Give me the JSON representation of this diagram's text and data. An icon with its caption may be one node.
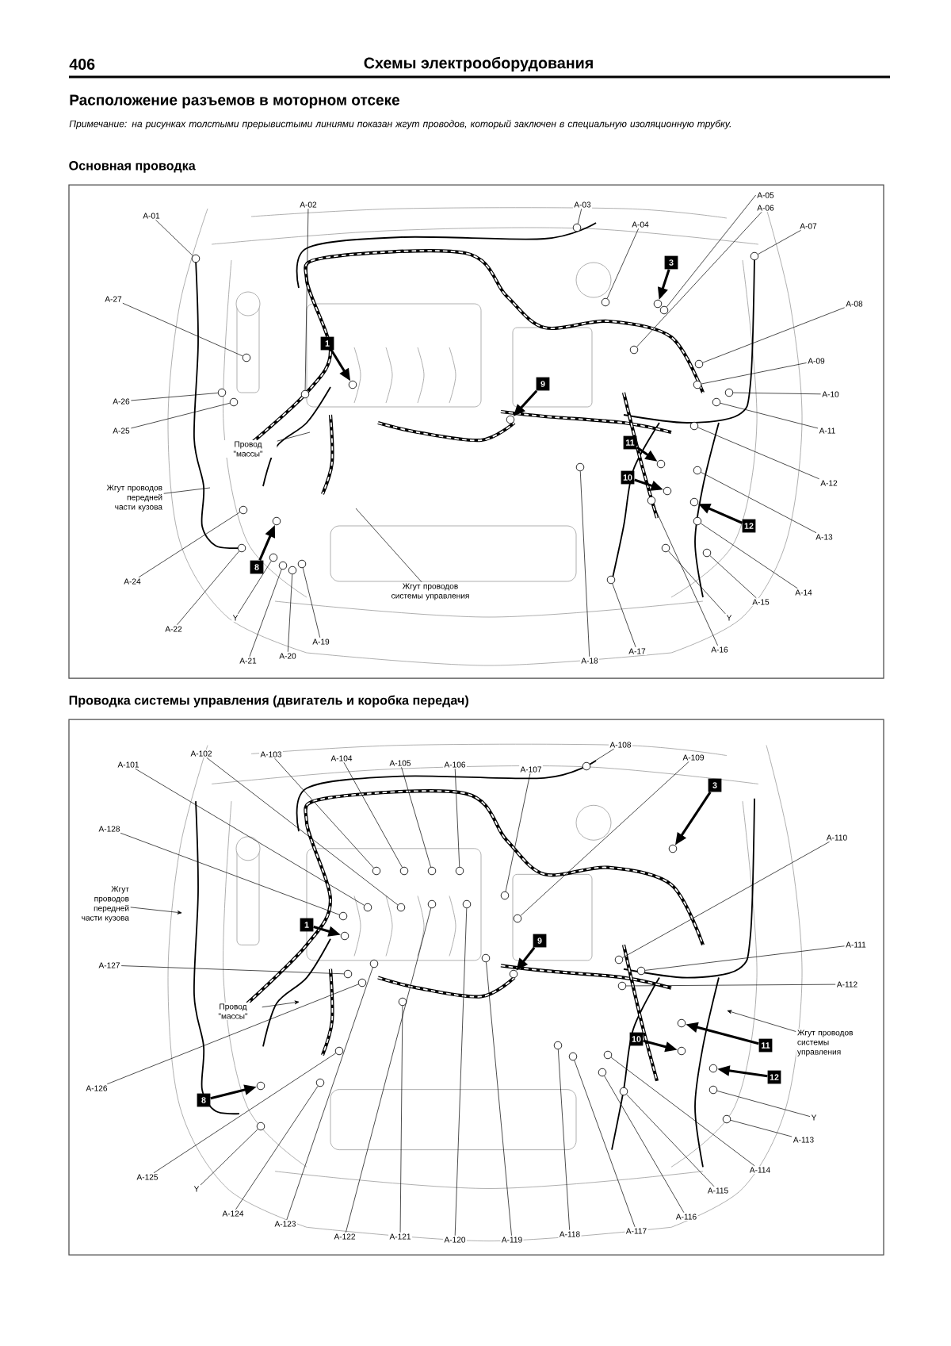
{
  "diagram": {
    "title": "Расположение разъемов в моторном отсеке",
    "labels": [
      "406",
      "Схемы электрооборудования",
      "Примечание: на рисунках толстыми прерывистыми линиями показан жгут проводов, который заключен в специальную изоляционную трубку."
    ],
    "nodes": [
      {
        "text": [
          "Основная проводка"
        ]
      },
      {
        "text": [
          "Проводка системы управления (двигатель и коробка передач)"
        ]
      },
      {
        "text": [
          "A-01"
        ],
        "in": 0
      },
      {
        "text": [],
        "shape": "circle",
        "in": 0
      },
      {
        "text": [
          "A-02"
        ],
        "in": 0
      },
      {
        "text": [],
        "shape": "circle",
        "in": 0
      },
      {
        "text": [
          "A-03"
        ],
        "in": 0
      },
      {
        "text": [],
        "shape": "circle",
        "in": 0
      },
      {
        "text": [
          "A-04"
        ],
        "in": 0
      },
      {
        "text": [],
        "shape": "circle",
        "in": 0
      },
      {
        "text": [
          "A-05"
        ],
        "in": 0
      },
      {
        "text": [],
        "shape": "circle",
        "in": 0
      },
      {
        "text": [
          "A-06"
        ],
        "in": 0
      },
      {
        "text": [],
        "shape": "circle",
        "in": 0
      },
      {
        "text": [
          "A-07"
        ],
        "in": 0
      },
      {
        "text": [],
        "shape": "circle",
        "in": 0
      },
      {
        "text": [
          "A-08"
        ],
        "in": 0
      },
      {
        "text": [],
        "shape": "circle",
        "in": 0
      },
      {
        "text": [
          "A-09"
        ],
        "in": 0
      },
      {
        "text": [],
        "shape": "circle",
        "in": 0
      },
      {
        "text": [
          "A-10"
        ],
        "in": 0
      },
      {
        "text": [],
        "shape": "circle",
        "in": 0
      },
      {
        "text": [
          "A-11"
        ],
        "in": 0
      },
      {
        "text": [],
        "shape": "circle",
        "in": 0
      },
      {
        "text": [
          "A-12"
        ],
        "in": 0
      },
      {
        "text": [],
        "shape": "circle",
        "in": 0
      },
      {
        "text": [
          "A-13"
        ],
        "in": 0
      },
      {
        "text": [],
        "shape": "circle",
        "in": 0
      },
      {
        "text": [
          "A-14"
        ],
        "in": 0
      },
      {
        "text": [],
        "shape": "circle",
        "in": 0
      },
      {
        "text": [
          "A-15"
        ],
        "in": 0
      },
      {
        "text": [],
        "shape": "circle",
        "in": 0
      },
      {
        "text": [
          "A-16"
        ],
        "in": 0
      },
      {
        "text": [],
        "shape": "circle",
        "in": 0
      },
      {
        "text": [
          "A-17"
        ],
        "in": 0
      },
      {
        "text": [],
        "shape": "circle",
        "in": 0
      },
      {
        "text": [
          "A-18"
        ],
        "in": 0
      },
      {
        "text": [],
        "shape": "circle",
        "in": 0
      },
      {
        "text": [
          "A-19"
        ],
        "in": 0
      },
      {
        "text": [],
        "shape": "circle",
        "in": 0
      },
      {
        "text": [
          "A-20"
        ],
        "in": 0
      },
      {
        "text": [],
        "shape": "circle",
        "in": 0
      },
      {
        "text": [
          "A-21"
        ],
        "in": 0
      },
      {
        "text": [],
        "shape": "circle",
        "in": 0
      },
      {
        "text": [
          "A-22"
        ],
        "in": 0
      },
      {
        "text": [],
        "shape": "circle",
        "in": 0
      },
      {
        "text": [
          "A-24"
        ],
        "in": 0
      },
      {
        "text": [],
        "shape": "circle",
        "in": 0
      },
      {
        "text": [
          "A-25"
        ],
        "in": 0
      },
      {
        "text": [],
        "shape": "circle",
        "in": 0
      },
      {
        "text": [
          "A-26"
        ],
        "in": 0
      },
      {
        "text": [],
        "shape": "circle",
        "in": 0
      },
      {
        "text": [
          "A-27"
        ],
        "in": 0
      },
      {
        "text": [],
        "shape": "circle",
        "in": 0
      },
      {
        "text": [
          "Y"
        ],
        "in": 0
      },
      {
        "text": [],
        "shape": "circle",
        "in": 0
      },
      {
        "text": [
          "Y"
        ],
        "in": 0
      },
      {
        "text": [],
        "shape": "circle",
        "in": 0
      },
      {
        "text": [
          "1"
        ],
        "in": 0
      },
      {
        "text": [],
        "shape": "circle",
        "in": 0
      },
      {
        "text": [
          "3"
        ],
        "in": 0
      },
      {
        "text": [],
        "shape": "circle",
        "in": 0
      },
      {
        "text": [
          "8"
        ],
        "in": 0
      },
      {
        "text": [],
        "shape": "circle",
        "in": 0
      },
      {
        "text": [
          "9"
        ],
        "in": 0
      },
      {
        "text": [],
        "shape": "circle",
        "in": 0
      },
      {
        "text": [
          "10"
        ],
        "in": 0
      },
      {
        "text": [],
        "shape": "circle",
        "in": 0
      },
      {
        "text": [
          "11"
        ],
        "in": 0
      },
      {
        "text": [],
        "shape": "circle",
        "in": 0
      },
      {
        "text": [
          "12"
        ],
        "in": 0
      },
      {
        "text": [],
        "shape": "circle",
        "in": 0
      },
      {
        "text": [
          "Провод \"массы\""
        ],
        "in": 0
      },
      {
        "text": [
          "Жгут проводов передней части кузова"
        ],
        "in": 0
      },
      {
        "text": [
          "Жгут проводов системы управления"
        ],
        "in": 0
      },
      {
        "text": [
          "A-101"
        ],
        "in": 1
      },
      {
        "text": [],
        "shape": "circle",
        "in": 1
      },
      {
        "text": [
          "A-102"
        ],
        "in": 1
      },
      {
        "text": [],
        "shape": "circle",
        "in": 1
      },
      {
        "text": [
          "A-103"
        ],
        "in": 1
      },
      {
        "text": [],
        "shape": "circle",
        "in": 1
      },
      {
        "text": [
          "A-104"
        ],
        "in": 1
      },
      {
        "text": [],
        "shape": "circle",
        "in": 1
      },
      {
        "text": [
          "A-105"
        ],
        "in": 1
      },
      {
        "text": [],
        "shape": "circle",
        "in": 1
      },
      {
        "text": [
          "A-106"
        ],
        "in": 1
      },
      {
        "text": [],
        "shape": "circle",
        "in": 1
      },
      {
        "text": [
          "A-107"
        ],
        "in": 1
      },
      {
        "text": [],
        "shape": "circle",
        "in": 1
      },
      {
        "text": [
          "A-108"
        ],
        "in": 1
      },
      {
        "text": [],
        "shape": "circle",
        "in": 1
      },
      {
        "text": [
          "A-109"
        ],
        "in": 1
      },
      {
        "text": [],
        "shape": "circle",
        "in": 1
      },
      {
        "text": [
          "A-110"
        ],
        "in": 1
      },
      {
        "text": [],
        "shape": "circle",
        "in": 1
      },
      {
        "text": [
          "A-111"
        ],
        "in": 1
      },
      {
        "text": [],
        "shape": "circle",
        "in": 1
      },
      {
        "text": [
          "A-112"
        ],
        "in": 1
      },
      {
        "text": [],
        "shape": "circle",
        "in": 1
      },
      {
        "text": [
          "A-113"
        ],
        "in": 1
      },
      {
        "text": [],
        "shape": "circle",
        "in": 1
      },
      {
        "text": [
          "A-114"
        ],
        "in": 1
      },
      {
        "text": [],
        "shape": "circle",
        "in": 1
      },
      {
        "text": [
          "A-115"
        ],
        "in": 1
      },
      {
        "text": [],
        "shape": "circle",
        "in": 1
      },
      {
        "text": [
          "A-116"
        ],
        "in": 1
      },
      {
        "text": [],
        "shape": "circle",
        "in": 1
      },
      {
        "text": [
          "A-117"
        ],
        "in": 1
      },
      {
        "text": [],
        "shape": "circle",
        "in": 1
      },
      {
        "text": [
          "A-118"
        ],
        "in": 1
      },
      {
        "text": [],
        "shape": "circle",
        "in": 1
      },
      {
        "text": [
          "A-119"
        ],
        "in": 1
      },
      {
        "text": [],
        "shape": "circle",
        "in": 1
      },
      {
        "text": [
          "A-120"
        ],
        "in": 1
      },
      {
        "text": [],
        "shape": "circle",
        "in": 1
      },
      {
        "text": [
          "A-121"
        ],
        "in": 1
      },
      {
        "text": [],
        "shape": "circle",
        "in": 1
      },
      {
        "text": [
          "A-122"
        ],
        "in": 1
      },
      {
        "text": [],
        "shape": "circle",
        "in": 1
      },
      {
        "text": [
          "A-123"
        ],
        "in": 1
      },
      {
        "text": [],
        "shape": "circle",
        "in": 1
      },
      {
        "text": [
          "A-124"
        ],
        "in": 1
      },
      {
        "text": [],
        "shape": "circle",
        "in": 1
      },
      {
        "text": [
          "A-125"
        ],
        "in": 1
      },
      {
        "text": [],
        "shape": "circle",
        "in": 1
      },
      {
        "text": [
          "A-126"
        ],
        "in": 1
      },
      {
        "text": [],
        "shape": "circle",
        "in": 1
      },
      {
        "text": [
          "A-127"
        ],
        "in": 1
      },
      {
        "text": [],
        "shape": "circle",
        "in": 1
      },
      {
        "text": [
          "A-128"
        ],
        "in": 1
      },
      {
        "text": [],
        "shape": "circle",
        "in": 1
      },
      {
        "text": [
          "Y"
        ],
        "in": 1
      },
      {
        "text": [],
        "shape": "circle",
        "in": 1
      },
      {
        "text": [
          "Y"
        ],
        "in": 1
      },
      {
        "text": [],
        "shape": "circle",
        "in": 1
      },
      {
        "text": [
          "1"
        ],
        "in": 1
      },
      {
        "text": [],
        "shape": "circle",
        "in": 1
      },
      {
        "text": [
          "3"
        ],
        "in": 1
      },
      {
        "text": [],
        "shape": "circle",
        "in": 1
      },
      {
        "text": [
          "8"
        ],
        "in": 1
      },
      {
        "text": [],
        "shape": "circle",
        "in": 1
      },
      {
        "text": [
          "9"
        ],
        "in": 1
      },
      {
        "text": [],
        "shape": "circle",
        "in": 1
      },
      {
        "text": [
          "10"
        ],
        "in": 1
      },
      {
        "text": [],
        "shape": "circle",
        "in": 1
      },
      {
        "text": [
          "11"
        ],
        "in": 1
      },
      {
        "text": [],
        "shape": "circle",
        "in": 1
      },
      {
        "text": [
          "12"
        ],
        "in": 1
      },
      {
        "text": [],
        "shape": "circle",
        "in": 1
      },
      {
        "text": [
          "Провод \"массы\""
        ],
        "in": 1
      },
      {
        "text": [
          "Жгут проводов передней части кузова"
        ],
        "in": 1
      },
      {
        "text": [
          "Жгут проводов системы управления"
        ],
        "in": 1
      }
    ],
    "edges": [
      {
        "from": 2,
        "to": 3,
        "arrow": "none"
      },
      {
        "from": 4,
        "to": 5,
        "arrow": "none"
      },
      {
        "from": 6,
        "to": 7,
        "arrow": "none"
      },
      {
        "from": 8,
        "to": 9,
        "arrow": "none"
      },
      {
        "from": 10,
        "to": 11,
        "arrow": "none"
      },
      {
        "from": 12,
        "to": 13,
        "arrow": "none"
      },
      {
        "from": 14,
        "to": 15,
        "arrow": "none"
      },
      {
        "from": 16,
        "to": 17,
        "arrow": "none"
      },
      {
        "from": 18,
        "to": 19,
        "arrow": "none"
      },
      {
        "from": 20,
        "to": 21,
        "arrow": "none"
      },
      {
        "from": 22,
        "to": 23,
        "arrow": "none"
      },
      {
        "from": 24,
        "to": 25,
        "arrow": "none"
      },
      {
        "from": 26,
        "to": 27,
        "arrow": "none"
      },
      {
        "from": 28,
        "to": 29,
        "arrow": "none"
      },
      {
        "from": 30,
        "to": 31,
        "arrow": "none"
      },
      {
        "from": 32,
        "to": 33,
        "arrow": "none"
      },
      {
        "from": 34,
        "to": 35,
        "arrow": "none"
      },
      {
        "from": 36,
        "to": 37,
        "arrow": "none"
      },
      {
        "from": 38,
        "to": 39,
        "arrow": "none"
      },
      {
        "from": 40,
        "to": 41,
        "arrow": "none"
      },
      {
        "from": 42,
        "to": 43,
        "arrow": "none"
      },
      {
        "from": 44,
        "to": 45,
        "arrow": "none"
      },
      {
        "from": 46,
        "to": 47,
        "arrow": "none"
      },
      {
        "from": 48,
        "to": 49,
        "arrow": "none"
      },
      {
        "from": 50,
        "to": 51,
        "arrow": "none"
      },
      {
        "from": 52,
        "to": 53,
        "arrow": "none"
      },
      {
        "from": 54,
        "to": 55,
        "arrow": "none"
      },
      {
        "from": 56,
        "to": 57,
        "arrow": "none"
      },
      {
        "from": 58,
        "to": 59,
        "arrow": "to"
      },
      {
        "from": 60,
        "to": 61,
        "arrow": "to"
      },
      {
        "from": 62,
        "to": 63,
        "arrow": "to"
      },
      {
        "from": 64,
        "to": 65,
        "arrow": "to"
      },
      {
        "from": 66,
        "to": 67,
        "arrow": "to"
      },
      {
        "from": 68,
        "to": 69,
        "arrow": "to"
      },
      {
        "from": 70,
        "to": 71,
        "arrow": "to"
      },
      {
        "from": 72,
        "to": null,
        "arrow": "none"
      },
      {
        "from": 73,
        "to": null,
        "arrow": "none"
      },
      {
        "from": 74,
        "to": null,
        "arrow": "none"
      },
      {
        "from": 75,
        "to": 76,
        "arrow": "none"
      },
      {
        "from": 77,
        "to": 78,
        "arrow": "none"
      },
      {
        "from": 79,
        "to": 80,
        "arrow": "none"
      },
      {
        "from": 81,
        "to": 82,
        "arrow": "none"
      },
      {
        "from": 83,
        "to": 84,
        "arrow": "none"
      },
      {
        "from": 85,
        "to": 86,
        "arrow": "none"
      },
      {
        "from": 87,
        "to": 88,
        "arrow": "none"
      },
      {
        "from": 89,
        "to": 90,
        "arrow": "none"
      },
      {
        "from": 91,
        "to": 92,
        "arrow": "none"
      },
      {
        "from": 93,
        "to": 94,
        "arrow": "none"
      },
      {
        "from": 95,
        "to": 96,
        "arrow": "none"
      },
      {
        "from": 97,
        "to": 98,
        "arrow": "none"
      },
      {
        "from": 99,
        "to": 100,
        "arrow": "none"
      },
      {
        "from": 101,
        "to": 102,
        "arrow": "none"
      },
      {
        "from": 103,
        "to": 104,
        "arrow": "none"
      },
      {
        "from": 105,
        "to": 106,
        "arrow": "none"
      },
      {
        "from": 107,
        "to": 108,
        "arrow": "none"
      },
      {
        "from": 109,
        "to": 110,
        "arrow": "none"
      },
      {
        "from": 111,
        "to": 112,
        "arrow": "none"
      },
      {
        "from": 113,
        "to": 114,
        "arrow": "none"
      },
      {
        "from": 115,
        "to": 116,
        "arrow": "none"
      },
      {
        "from": 117,
        "to": 118,
        "arrow": "none"
      },
      {
        "from": 119,
        "to": 120,
        "arrow": "none"
      },
      {
        "from": 121,
        "to": 122,
        "arrow": "none"
      },
      {
        "from": 123,
        "to": 124,
        "arrow": "none"
      },
      {
        "from": 125,
        "to": 126,
        "arrow": "none"
      },
      {
        "from": 127,
        "to": 128,
        "arrow": "none"
      },
      {
        "from": 129,
        "to": 130,
        "arrow": "none"
      },
      {
        "from": 131,
        "to": 132,
        "arrow": "none"
      },
      {
        "from": 133,
        "to": 134,
        "arrow": "none"
      },
      {
        "from": 135,
        "to": 136,
        "arrow": "to"
      },
      {
        "from": 137,
        "to": 138,
        "arrow": "to"
      },
      {
        "from": 139,
        "to": 140,
        "arrow": "to"
      },
      {
        "from": 141,
        "to": 142,
        "arrow": "to"
      },
      {
        "from": 143,
        "to": 144,
        "arrow": "to"
      },
      {
        "from": 145,
        "to": 146,
        "arrow": "to"
      },
      {
        "from": 147,
        "to": 148,
        "arrow": "to"
      },
      {
        "from": 149,
        "to": null,
        "arrow": "to"
      },
      {
        "from": 150,
        "to": null,
        "arrow": "to"
      },
      {
        "from": 151,
        "to": null,
        "arrow": "to"
      }
    ]
  }
}
